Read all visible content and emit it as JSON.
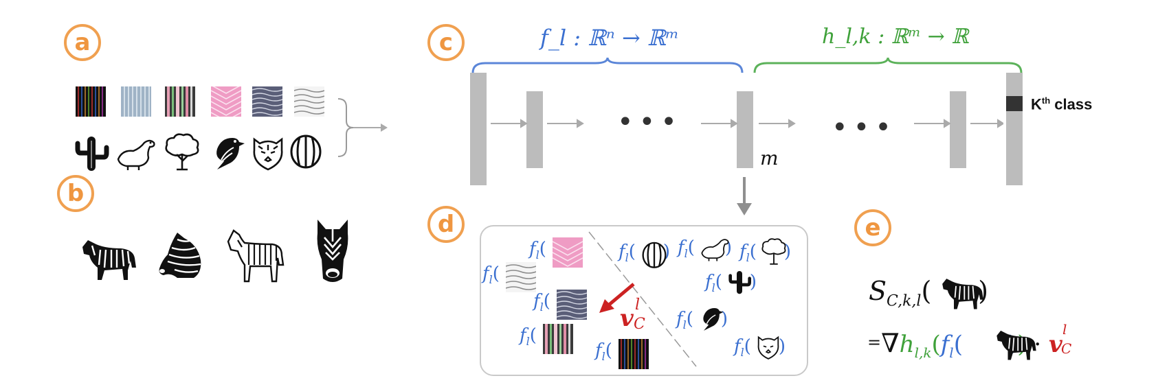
{
  "labels": {
    "a": "a",
    "b": "b",
    "c": "c",
    "d": "d",
    "e": "e"
  },
  "network": {
    "f_map": "f_l : ℝⁿ → ℝᵐ",
    "h_map": "h_l,k : ℝᵐ → ℝ",
    "m_label": "m",
    "dots": "•••",
    "k_class_prefix": "K",
    "k_class_sup": "th",
    "k_class_suffix": " class"
  },
  "panel_d": {
    "f": "f",
    "sub": "l",
    "v_main": "v",
    "v_sup": "l",
    "v_sub": "C"
  },
  "formula": {
    "S": "S",
    "S_sub": "C,k,l",
    "eq": "=",
    "nabla": "∇",
    "h": "h",
    "h_sub": "l,k",
    "f": "f",
    "f_sub": "l",
    "dot": "·",
    "v": "v",
    "v_sup": "l",
    "v_sub": "C"
  },
  "colors": {
    "orange": "#ef9640",
    "blue": "#3a6fd0",
    "green": "#3fa13a",
    "red": "#cc2222",
    "gray": "#bcbcbc"
  }
}
